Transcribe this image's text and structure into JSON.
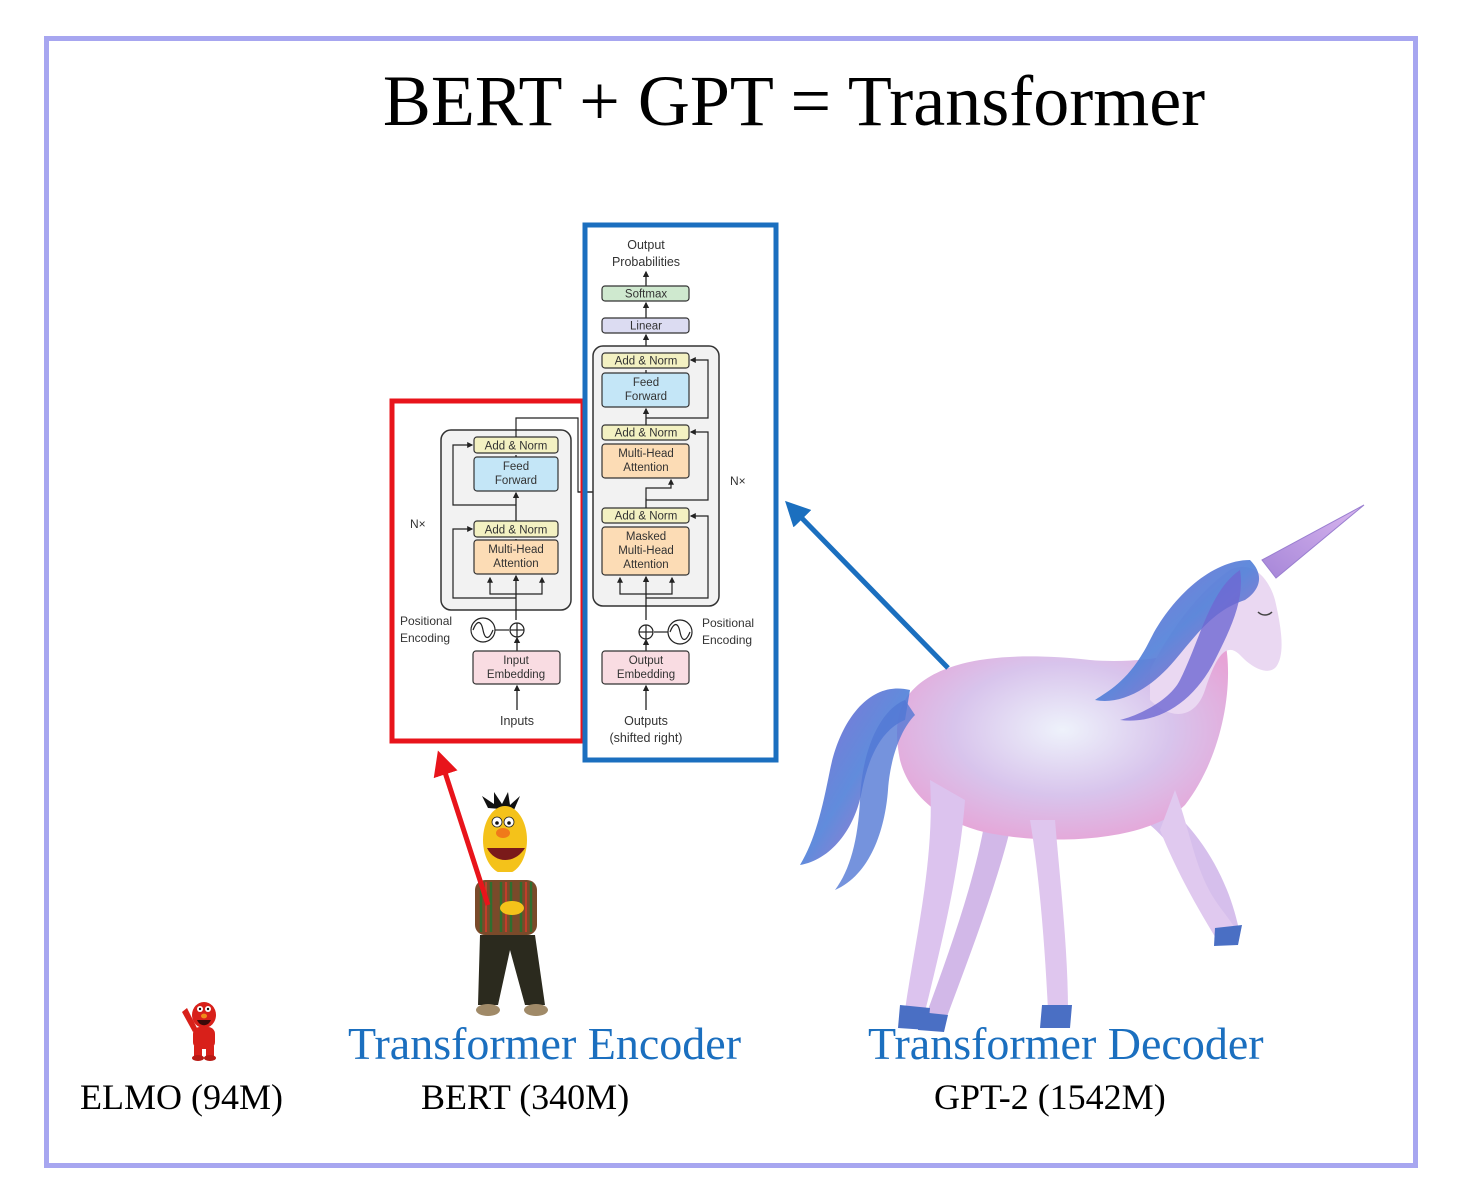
{
  "title": "BERT + GPT = Transformer",
  "encoder": {
    "caption": "Transformer Encoder",
    "model": "BERT (340M)",
    "add_norm_1": "Add & Norm",
    "feed_forward_1": "Feed",
    "feed_forward_2": "Forward",
    "add_norm_2": "Add & Norm",
    "mha_1": "Multi-Head",
    "mha_2": "Attention",
    "nx": "N×",
    "pos_enc_1": "Positional",
    "pos_enc_2": "Encoding",
    "embed_1": "Input",
    "embed_2": "Embedding",
    "inputs": "Inputs"
  },
  "decoder": {
    "caption": "Transformer Decoder",
    "model": "GPT-2 (1542M)",
    "output_1": "Output",
    "output_2": "Probabilities",
    "softmax": "Softmax",
    "linear": "Linear",
    "add_norm_1": "Add & Norm",
    "feed_forward_1": "Feed",
    "feed_forward_2": "Forward",
    "add_norm_2": "Add & Norm",
    "mha_1": "Multi-Head",
    "mha_2": "Attention",
    "add_norm_3": "Add & Norm",
    "masked_1": "Masked",
    "masked_2": "Multi-Head",
    "masked_3": "Attention",
    "nx": "N×",
    "pos_enc_1": "Positional",
    "pos_enc_2": "Encoding",
    "embed_1": "Output",
    "embed_2": "Embedding",
    "outputs_1": "Outputs",
    "outputs_2": "(shifted right)"
  },
  "elmo": {
    "model": "ELMO (94M)"
  },
  "colors": {
    "frame": "#a7a6f0",
    "encoder_box": "#e8141b",
    "decoder_box": "#1b6fbf",
    "add_norm": "#f3f1c2",
    "feed_forward": "#c4e6f7",
    "attention": "#fcdcb5",
    "embedding": "#f9dce2",
    "softmax": "#cfe9cf",
    "linear": "#dcdcf2"
  }
}
